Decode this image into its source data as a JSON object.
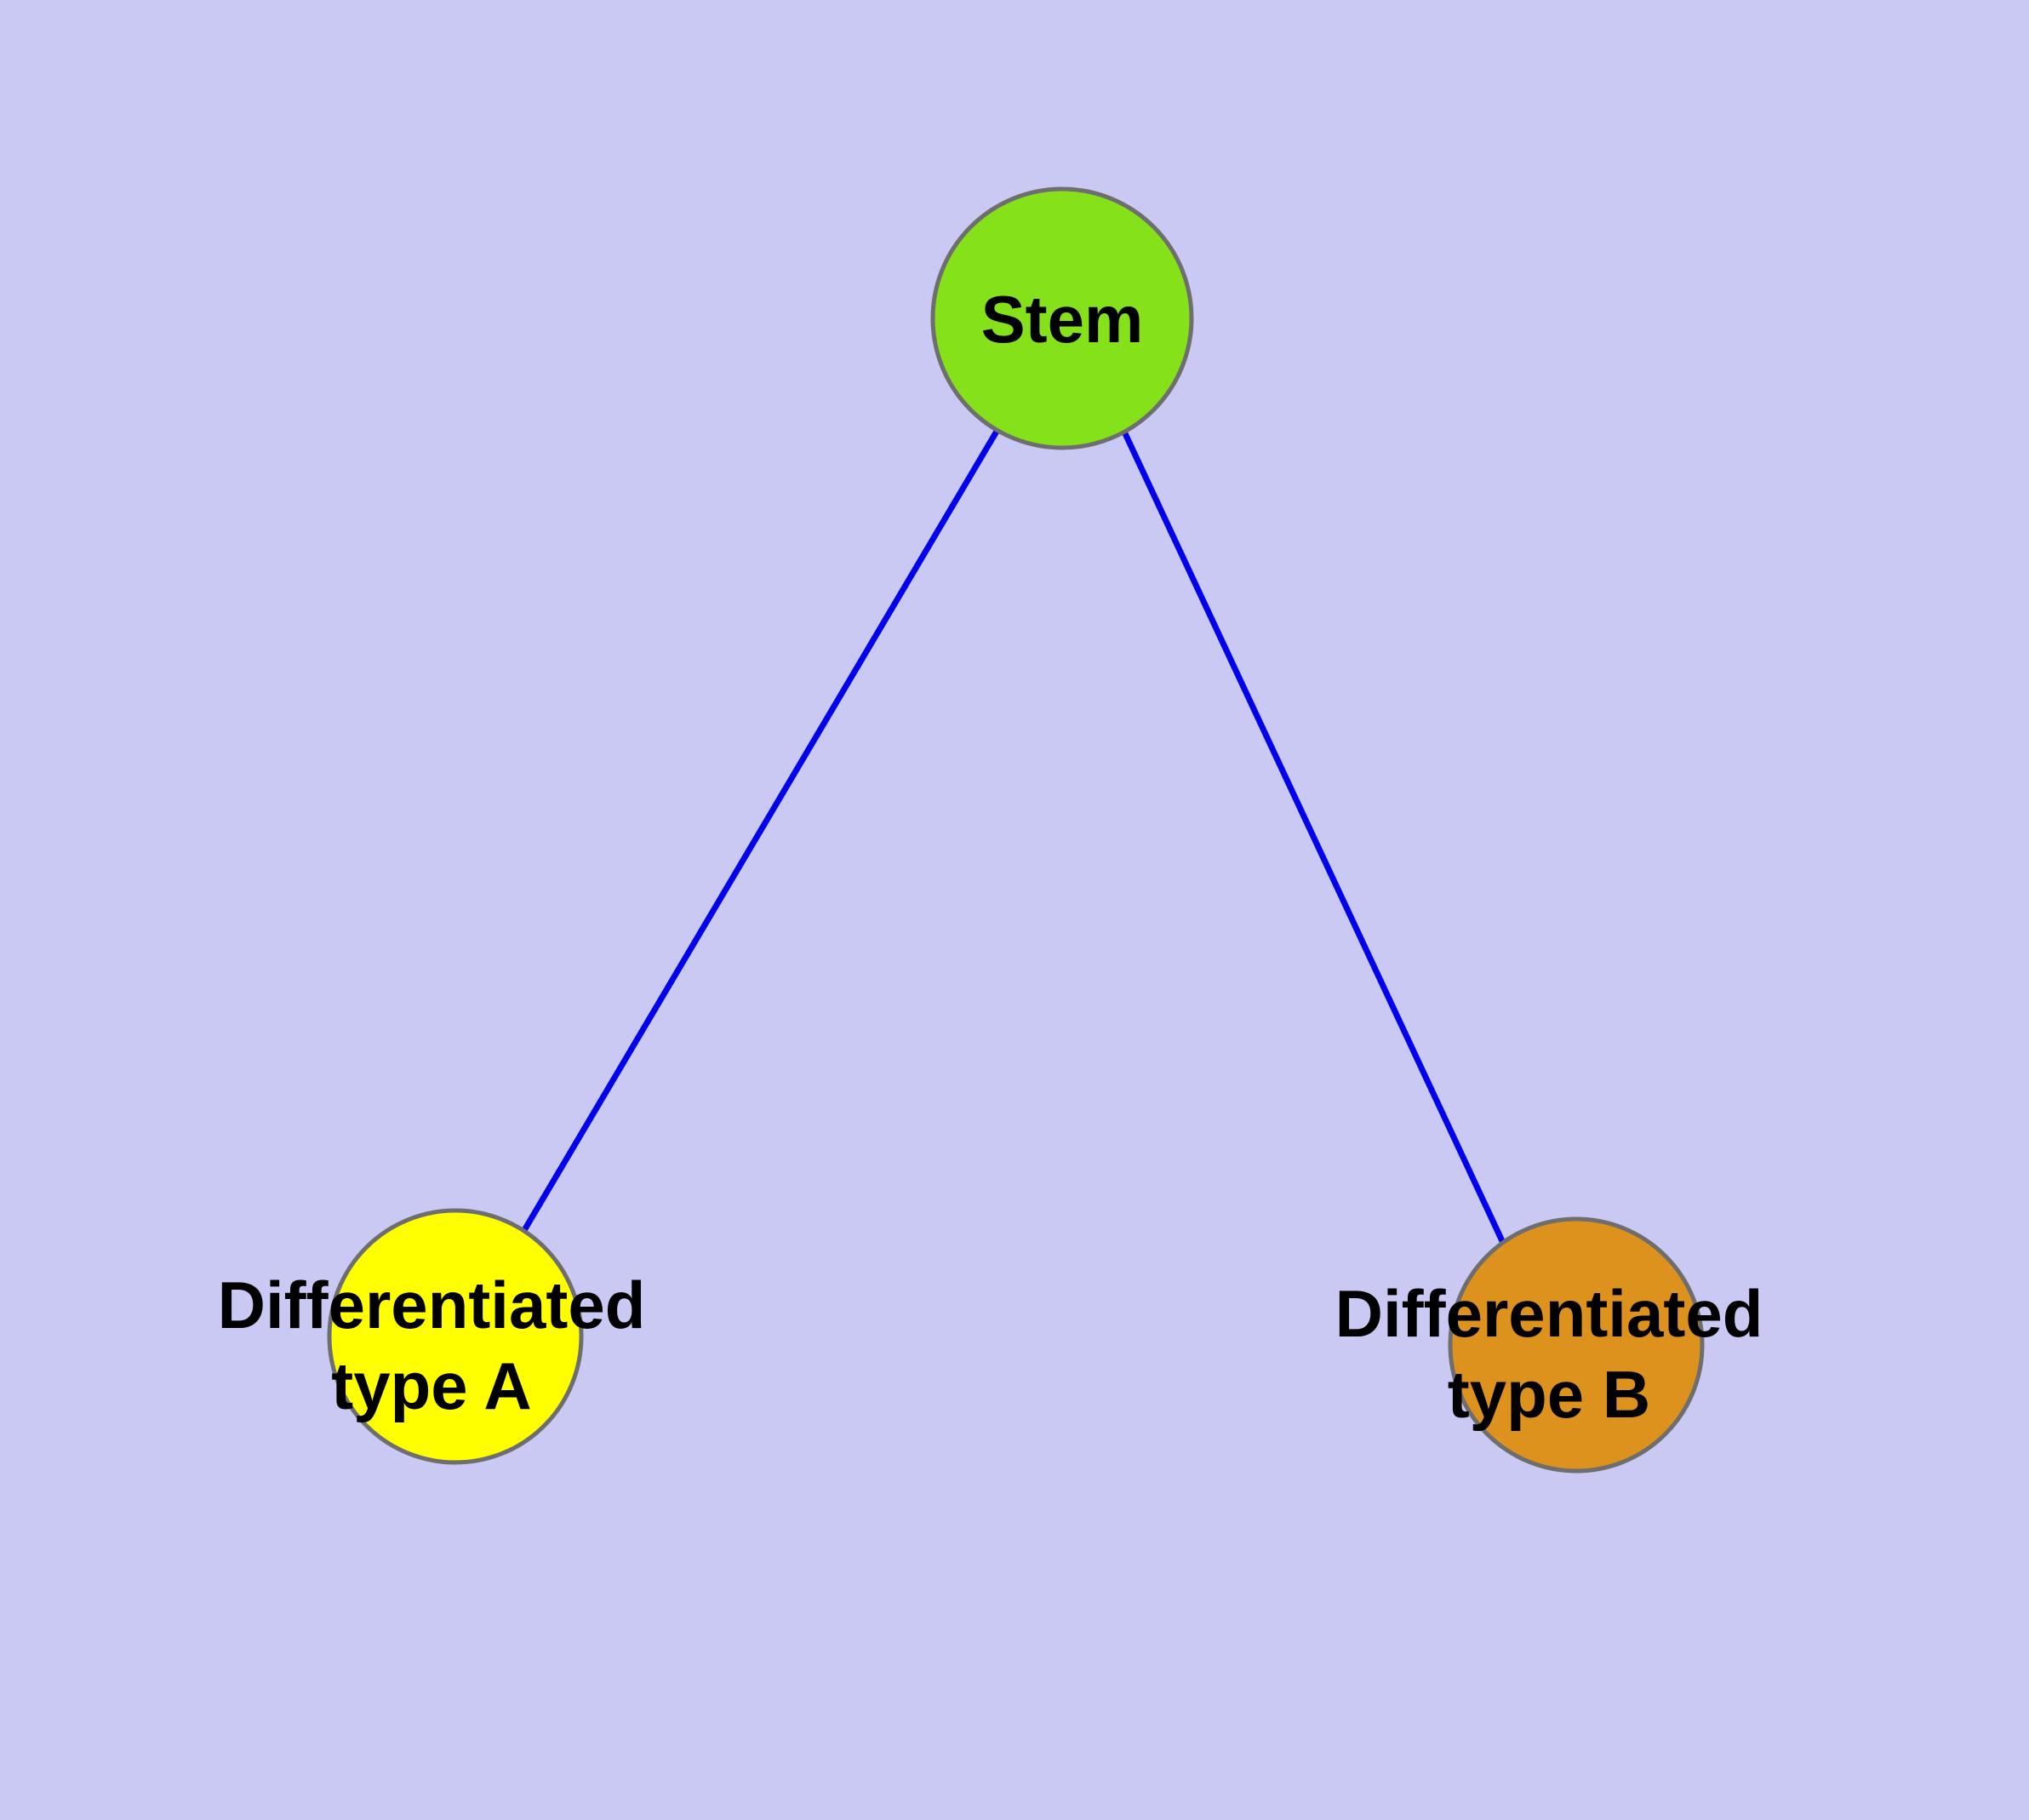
{
  "diagram": {
    "title": "stem-cell-differentiation-graph",
    "background_color": "#C9C9F3",
    "edge_color": "#0000EE",
    "node_border_color": "#6E6E6E",
    "nodes": {
      "stem": {
        "label": "Stem",
        "fill": "#84E11A"
      },
      "diff_a": {
        "label_line1": "Differentiated",
        "label_line2": "type A",
        "fill": "#FFFF00"
      },
      "diff_b": {
        "label_line1": "Differentiated",
        "label_line2": "type B",
        "fill": "#DE921E"
      }
    },
    "edges": [
      {
        "from": "stem",
        "to": "diff_a"
      },
      {
        "from": "stem",
        "to": "diff_b"
      }
    ]
  }
}
